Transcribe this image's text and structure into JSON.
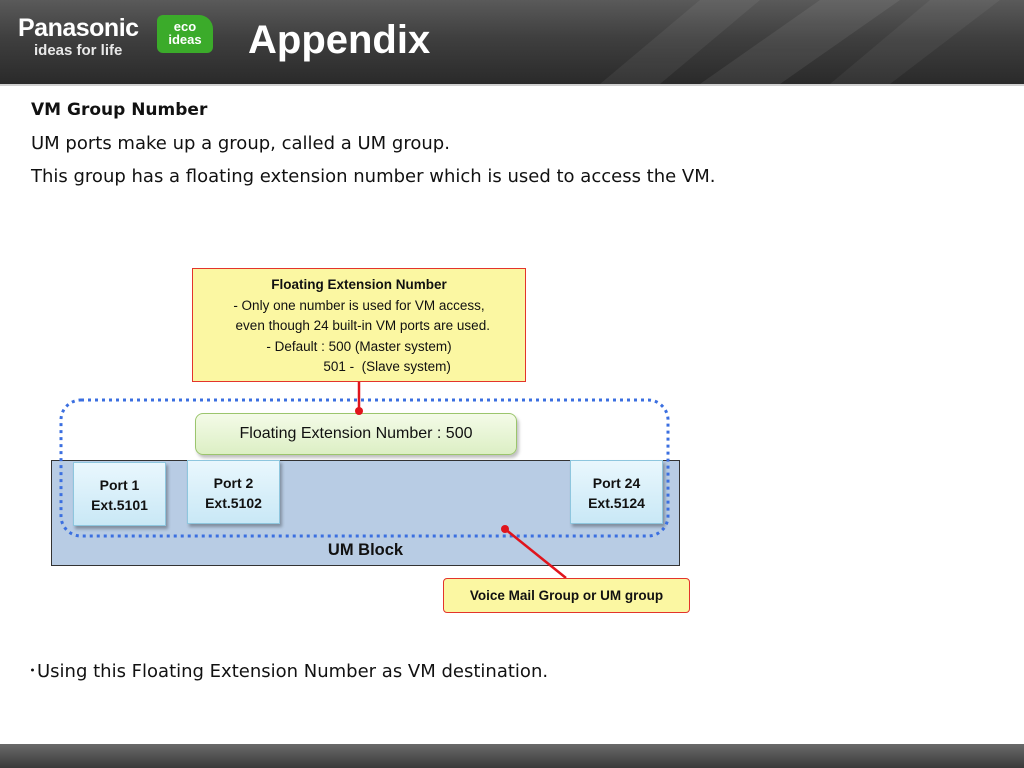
{
  "header": {
    "brand": "Panasonic",
    "tagline": "ideas for life",
    "eco_line1": "eco",
    "eco_line2": "ideas",
    "title": "Appendix"
  },
  "intro": {
    "heading": "VM Group Number",
    "line1": "UM ports make up a group, called a UM group.",
    "line2": "This group has a floating extension number which is used to access the VM."
  },
  "callout": {
    "title": "Floating Extension Number",
    "line1": "- Only one number is used for VM access,",
    "line2": "  even though 24 built-in VM ports are used.",
    "line3": "- Default : 500 (Master system)",
    "line4": "               501 -  (Slave system)"
  },
  "floating_number_label": "Floating Extension Number : 500",
  "ports": [
    {
      "name": "Port 1",
      "ext": "Ext.5101"
    },
    {
      "name": "Port 2",
      "ext": "Ext.5102"
    },
    {
      "name": "Port 24",
      "ext": "Ext.5124"
    }
  ],
  "um_block_label": "UM Block",
  "vm_group_label": "Voice Mail Group or UM  group",
  "bullet_text": "･Using this Floating Extension Number as VM destination.",
  "colors": {
    "header_bg": "#3f3f3f",
    "callout_bg": "#fbf7a2",
    "callout_border": "#e3342b",
    "um_block_bg": "#b8cce4",
    "group_outline": "#3b6fe0",
    "connector": "#e0141c",
    "eco_green": "#3bab2a"
  }
}
